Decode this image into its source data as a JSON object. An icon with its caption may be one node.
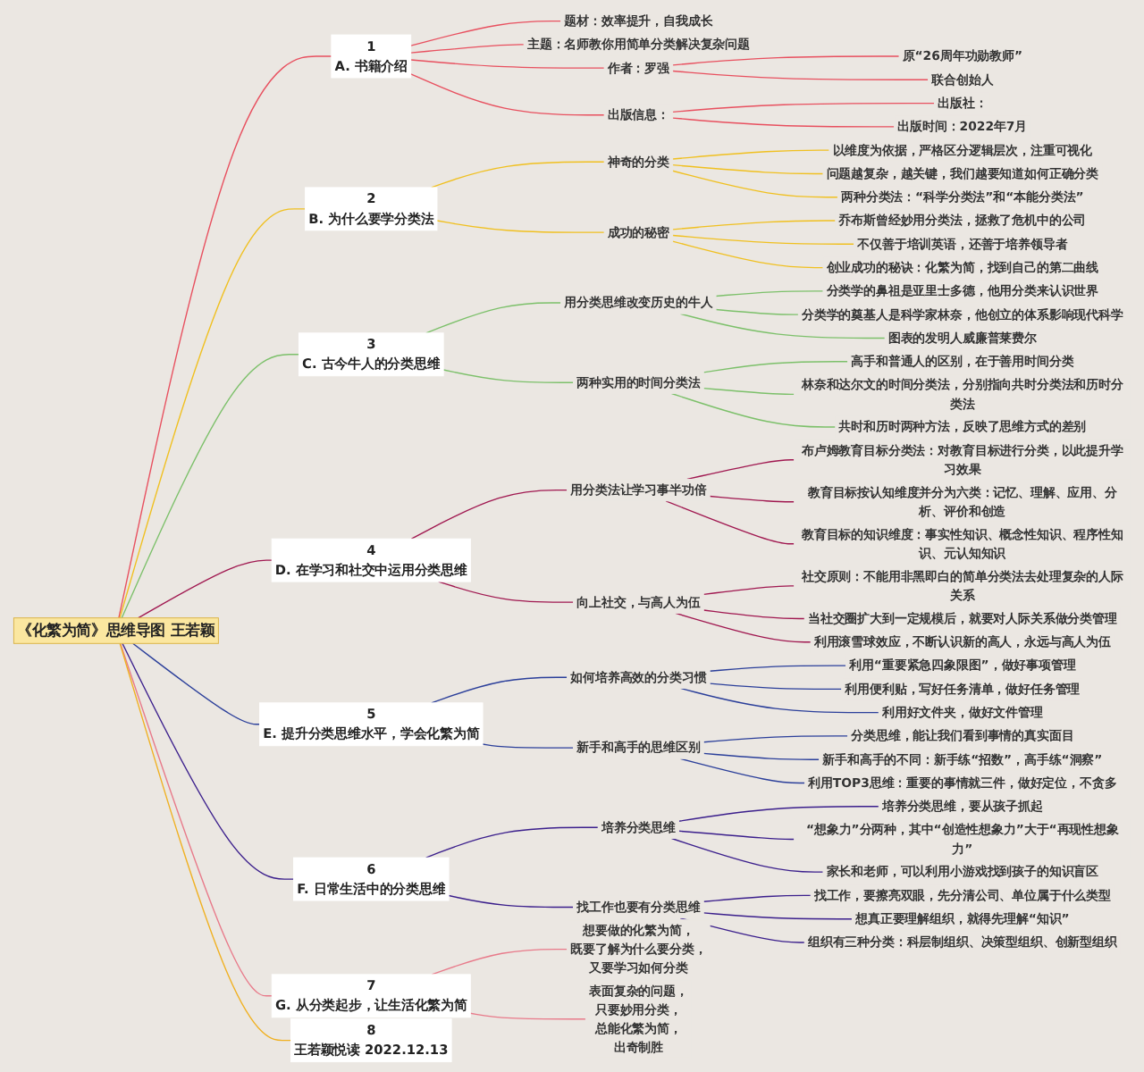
{
  "diagram": {
    "nodes": [
      {
        "text": [
          "《化繁为简》思维导图 王若颖"
        ]
      },
      {
        "text": [
          "1",
          "A. 书籍介绍"
        ]
      },
      {
        "text": [
          "题材：效率提升，自我成长"
        ]
      },
      {
        "text": [
          "主题：名师教你用简单分类解决复杂问题"
        ]
      },
      {
        "text": [
          "作者：罗强"
        ]
      },
      {
        "text": [
          "原“26周年功勋教师”"
        ]
      },
      {
        "text": [
          "联合创始人"
        ]
      },
      {
        "text": [
          "出版信息："
        ]
      },
      {
        "text": [
          "出版社："
        ]
      },
      {
        "text": [
          "出版时间：2022年7月"
        ]
      },
      {
        "text": [
          "2",
          "B. 为什么要学分类法"
        ]
      },
      {
        "text": [
          "神奇的分类"
        ]
      },
      {
        "text": [
          "以维度为依据，严格区分逻辑层次，注重可视化"
        ]
      },
      {
        "text": [
          "问题越复杂，越关键，我们越要知道如何正确分类"
        ]
      },
      {
        "text": [
          "两种分类法：“科学分类法”和“本能分类法”"
        ]
      },
      {
        "text": [
          "成功的秘密"
        ]
      },
      {
        "text": [
          "乔布斯曾经妙用分类法，拯救了危机中的公司"
        ]
      },
      {
        "text": [
          "不仅善于培训英语，还善于培养领导者"
        ]
      },
      {
        "text": [
          "创业成功的秘诀：化繁为简，找到自己的第二曲线"
        ]
      },
      {
        "text": [
          "3",
          "C. 古今牛人的分类思维"
        ]
      },
      {
        "text": [
          "用分类思维改变历史的牛人"
        ]
      },
      {
        "text": [
          "分类学的鼻祖是亚里士多德，他用分类来认识世界"
        ]
      },
      {
        "text": [
          "分类学的奠基人是科学家林奈，他创立的体系影响现代科学"
        ]
      },
      {
        "text": [
          "图表的发明人威廉普莱费尔"
        ]
      },
      {
        "text": [
          "两种实用的时间分类法"
        ]
      },
      {
        "text": [
          "高手和普通人的区别，在于善用时间分类"
        ]
      },
      {
        "text": [
          "林奈和达尔文的时间分类法，分别指向共时分类法和历时分类法"
        ]
      },
      {
        "text": [
          "共时和历时两种方法，反映了思维方式的差别"
        ]
      },
      {
        "text": [
          "4",
          "D. 在学习和社交中运用分类思维"
        ]
      },
      {
        "text": [
          "用分类法让学习事半功倍"
        ]
      },
      {
        "text": [
          "布卢姆教育目标分类法：对教育目标进行分类，以此提升学习效果"
        ]
      },
      {
        "text": [
          "教育目标按认知维度并分为六类：记忆、理解、应用、分析、评价和创造"
        ]
      },
      {
        "text": [
          "教育目标的知识维度：事实性知识、概念性知识、程序性知识、元认知知识"
        ]
      },
      {
        "text": [
          "向上社交，与高人为伍"
        ]
      },
      {
        "text": [
          "社交原则：不能用非黑即白的简单分类法去处理复杂的人际关系"
        ]
      },
      {
        "text": [
          "当社交圈扩大到一定规模后，就要对人际关系做分类管理"
        ]
      },
      {
        "text": [
          "利用滚雪球效应，不断认识新的高人，永远与高人为伍"
        ]
      },
      {
        "text": [
          "5",
          "E. 提升分类思维水平，学会化繁为简"
        ]
      },
      {
        "text": [
          "如何培养高效的分类习惯"
        ]
      },
      {
        "text": [
          "利用“重要紧急四象限图”，做好事项管理"
        ]
      },
      {
        "text": [
          "利用便利贴，写好任务清单，做好任务管理"
        ]
      },
      {
        "text": [
          "利用好文件夹，做好文件管理"
        ]
      },
      {
        "text": [
          "新手和高手的思维区别"
        ]
      },
      {
        "text": [
          "分类思维，能让我们看到事情的真实面目"
        ]
      },
      {
        "text": [
          "新手和高手的不同：新手练“招数”，高手练“洞察”"
        ]
      },
      {
        "text": [
          "利用TOP3思维：重要的事情就三件，做好定位，不贪多"
        ]
      },
      {
        "text": [
          "6",
          "F. 日常生活中的分类思维"
        ]
      },
      {
        "text": [
          "培养分类思维"
        ]
      },
      {
        "text": [
          "培养分类思维，要从孩子抓起"
        ]
      },
      {
        "text": [
          "“想象力”分两种，其中“创造性想象力”大于“再现性想象力”"
        ]
      },
      {
        "text": [
          "家长和老师，可以利用小游戏找到孩子的知识盲区"
        ]
      },
      {
        "text": [
          "找工作也要有分类思维"
        ]
      },
      {
        "text": [
          "找工作，要擦亮双眼，先分清公司、单位属于什么类型"
        ]
      },
      {
        "text": [
          "想真正要理解组织，就得先理解“知识”"
        ]
      },
      {
        "text": [
          "组织有三种分类：科层制组织、决策型组织、创新型组织"
        ]
      },
      {
        "text": [
          "7",
          "G. 从分类起步，让生活化繁为简"
        ]
      },
      {
        "text": [
          "想要做的化繁为简，既要了解为什么要分类，又要学习如何分类"
        ]
      },
      {
        "text": [
          "表面复杂的问题，只要妙用分类，总能化繁为简，出奇制胜"
        ]
      },
      {
        "text": [
          "8",
          "王若颖悦读 2022.12.13"
        ]
      }
    ],
    "edges": [
      {
        "from": 0,
        "to": 1,
        "arrow": "none",
        "color": "#e8505f"
      },
      {
        "from": 1,
        "to": 2,
        "arrow": "none",
        "color": "#e8505f"
      },
      {
        "from": 1,
        "to": 3,
        "arrow": "none",
        "color": "#e8505f"
      },
      {
        "from": 1,
        "to": 4,
        "arrow": "none",
        "color": "#e8505f"
      },
      {
        "from": 4,
        "to": 5,
        "arrow": "none",
        "color": "#e8505f"
      },
      {
        "from": 4,
        "to": 6,
        "arrow": "none",
        "color": "#e8505f"
      },
      {
        "from": 1,
        "to": 7,
        "arrow": "none",
        "color": "#e8505f"
      },
      {
        "from": 7,
        "to": 8,
        "arrow": "none",
        "color": "#e8505f"
      },
      {
        "from": 7,
        "to": 9,
        "arrow": "none",
        "color": "#e8505f"
      },
      {
        "from": 0,
        "to": 10,
        "arrow": "none",
        "color": "#f0c020"
      },
      {
        "from": 10,
        "to": 11,
        "arrow": "none",
        "color": "#f0c020"
      },
      {
        "from": 11,
        "to": 12,
        "arrow": "none",
        "color": "#f0c020"
      },
      {
        "from": 11,
        "to": 13,
        "arrow": "none",
        "color": "#f0c020"
      },
      {
        "from": 11,
        "to": 14,
        "arrow": "none",
        "color": "#f0c020"
      },
      {
        "from": 10,
        "to": 15,
        "arrow": "none",
        "color": "#f0c020"
      },
      {
        "from": 15,
        "to": 16,
        "arrow": "none",
        "color": "#f0c020"
      },
      {
        "from": 15,
        "to": 17,
        "arrow": "none",
        "color": "#f0c020"
      },
      {
        "from": 15,
        "to": 18,
        "arrow": "none",
        "color": "#f0c020"
      },
      {
        "from": 0,
        "to": 19,
        "arrow": "none",
        "color": "#7cc06a"
      },
      {
        "from": 19,
        "to": 20,
        "arrow": "none",
        "color": "#7cc06a"
      },
      {
        "from": 20,
        "to": 21,
        "arrow": "none",
        "color": "#7cc06a"
      },
      {
        "from": 20,
        "to": 22,
        "arrow": "none",
        "color": "#7cc06a"
      },
      {
        "from": 20,
        "to": 23,
        "arrow": "none",
        "color": "#7cc06a"
      },
      {
        "from": 19,
        "to": 24,
        "arrow": "none",
        "color": "#7cc06a"
      },
      {
        "from": 24,
        "to": 25,
        "arrow": "none",
        "color": "#7cc06a"
      },
      {
        "from": 24,
        "to": 26,
        "arrow": "none",
        "color": "#7cc06a"
      },
      {
        "from": 24,
        "to": 27,
        "arrow": "none",
        "color": "#7cc06a"
      },
      {
        "from": 0,
        "to": 28,
        "arrow": "none",
        "color": "#a01850"
      },
      {
        "from": 28,
        "to": 29,
        "arrow": "none",
        "color": "#a01850"
      },
      {
        "from": 29,
        "to": 30,
        "arrow": "none",
        "color": "#a01850"
      },
      {
        "from": 29,
        "to": 31,
        "arrow": "none",
        "color": "#a01850"
      },
      {
        "from": 29,
        "to": 32,
        "arrow": "none",
        "color": "#a01850"
      },
      {
        "from": 28,
        "to": 33,
        "arrow": "none",
        "color": "#a01850"
      },
      {
        "from": 33,
        "to": 34,
        "arrow": "none",
        "color": "#a01850"
      },
      {
        "from": 33,
        "to": 35,
        "arrow": "none",
        "color": "#a01850"
      },
      {
        "from": 33,
        "to": 36,
        "arrow": "none",
        "color": "#a01850"
      },
      {
        "from": 0,
        "to": 37,
        "arrow": "none",
        "color": "#2b3f9a"
      },
      {
        "from": 37,
        "to": 38,
        "arrow": "none",
        "color": "#2b3f9a"
      },
      {
        "from": 38,
        "to": 39,
        "arrow": "none",
        "color": "#2b3f9a"
      },
      {
        "from": 38,
        "to": 40,
        "arrow": "none",
        "color": "#2b3f9a"
      },
      {
        "from": 38,
        "to": 41,
        "arrow": "none",
        "color": "#2b3f9a"
      },
      {
        "from": 37,
        "to": 42,
        "arrow": "none",
        "color": "#2b3f9a"
      },
      {
        "from": 42,
        "to": 43,
        "arrow": "none",
        "color": "#2b3f9a"
      },
      {
        "from": 42,
        "to": 44,
        "arrow": "none",
        "color": "#2b3f9a"
      },
      {
        "from": 42,
        "to": 45,
        "arrow": "none",
        "color": "#2b3f9a"
      },
      {
        "from": 0,
        "to": 46,
        "arrow": "none",
        "color": "#3b1f8c"
      },
      {
        "from": 46,
        "to": 47,
        "arrow": "none",
        "color": "#3b1f8c"
      },
      {
        "from": 47,
        "to": 48,
        "arrow": "none",
        "color": "#3b1f8c"
      },
      {
        "from": 47,
        "to": 49,
        "arrow": "none",
        "color": "#3b1f8c"
      },
      {
        "from": 47,
        "to": 50,
        "arrow": "none",
        "color": "#3b1f8c"
      },
      {
        "from": 46,
        "to": 51,
        "arrow": "none",
        "color": "#3b1f8c"
      },
      {
        "from": 51,
        "to": 52,
        "arrow": "none",
        "color": "#3b1f8c"
      },
      {
        "from": 51,
        "to": 53,
        "arrow": "none",
        "color": "#3b1f8c"
      },
      {
        "from": 51,
        "to": 54,
        "arrow": "none",
        "color": "#3b1f8c"
      },
      {
        "from": 0,
        "to": 55,
        "arrow": "none",
        "color": "#e87a8a"
      },
      {
        "from": 55,
        "to": 56,
        "arrow": "none",
        "color": "#e87a8a"
      },
      {
        "from": 55,
        "to": 57,
        "arrow": "none",
        "color": "#e87a8a"
      },
      {
        "from": 0,
        "to": 58,
        "arrow": "none",
        "color": "#f0b020"
      }
    ]
  }
}
